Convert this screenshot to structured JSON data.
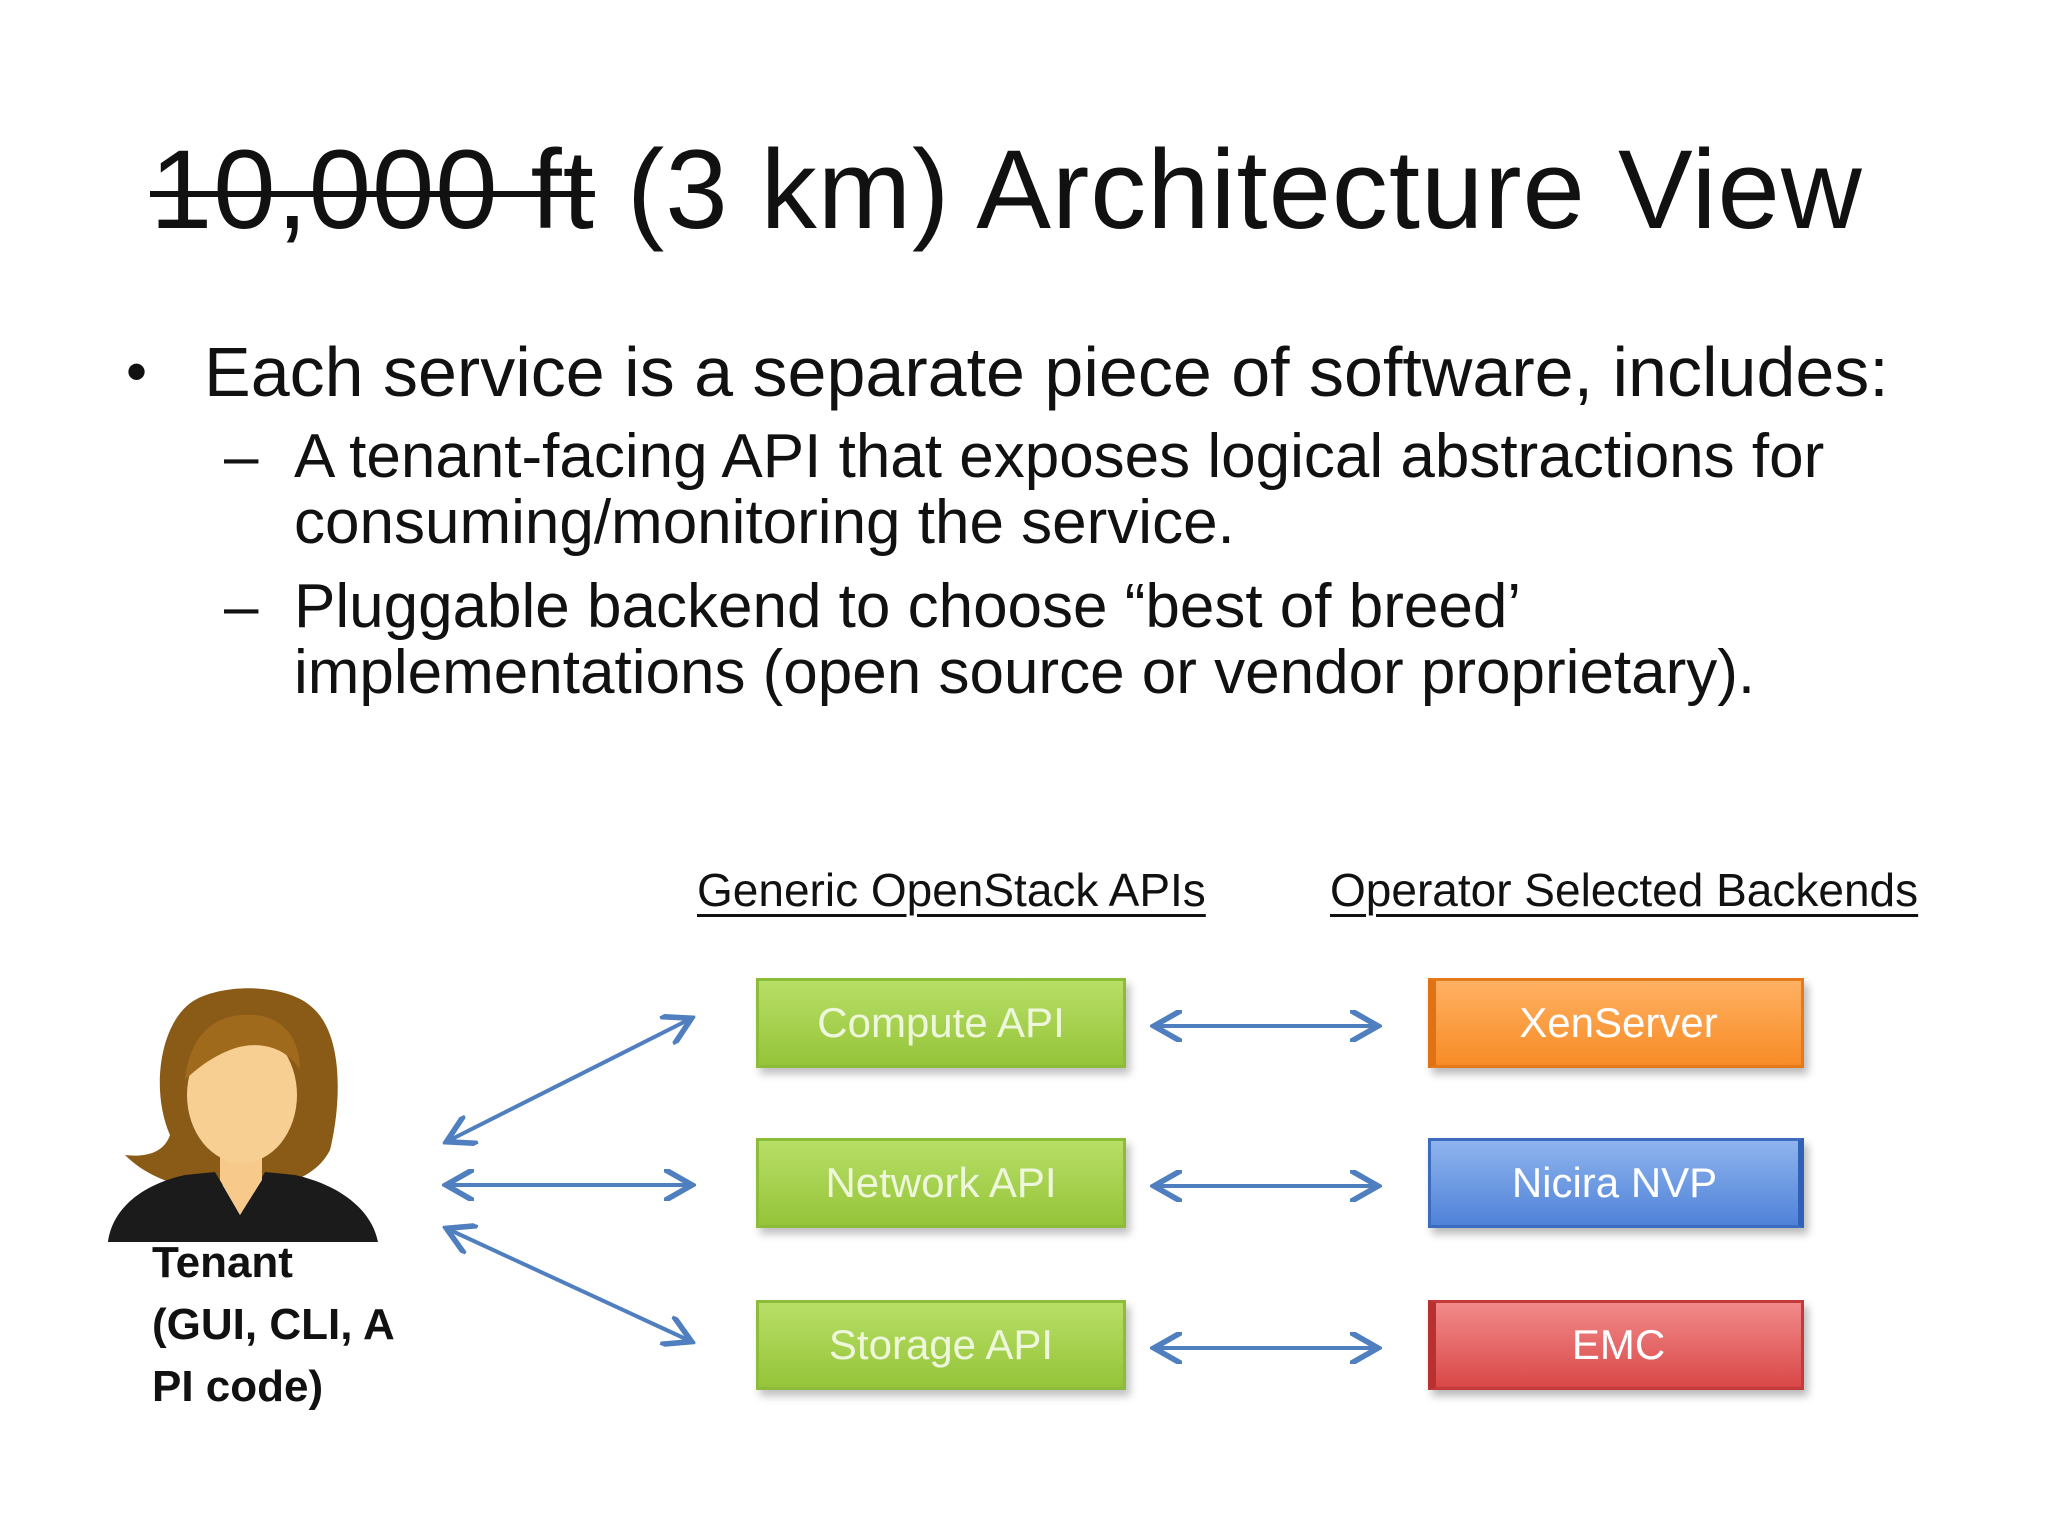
{
  "title": {
    "struck": "10,000 ft",
    "rest": " (3 km) Architecture View"
  },
  "bullets": {
    "main": "Each service is a separate piece of software, includes:",
    "subs": [
      "A tenant-facing API that exposes logical abstractions for consuming/monitoring the service.",
      "Pluggable backend to choose “best of breed’ implementations (open source or vendor proprietary)."
    ],
    "bullet_glyph": "•",
    "dash_glyph": "–"
  },
  "diagram": {
    "apis_header": "Generic OpenStack APIs",
    "backends_header": "Operator Selected Backends",
    "apis": [
      "Compute API",
      "Network API",
      "Storage API"
    ],
    "backends": [
      "XenServer",
      "Nicira NVP",
      "EMC"
    ],
    "tenant_lines": [
      "Tenant",
      "(GUI, CLI, A",
      "PI code)"
    ],
    "colors": {
      "api_green": "#9fcf45",
      "xen_orange": "#f99a3c",
      "nvp_blue": "#5c8fe0",
      "emc_red": "#e05a5a",
      "arrow_blue": "#4f7fbf"
    }
  }
}
